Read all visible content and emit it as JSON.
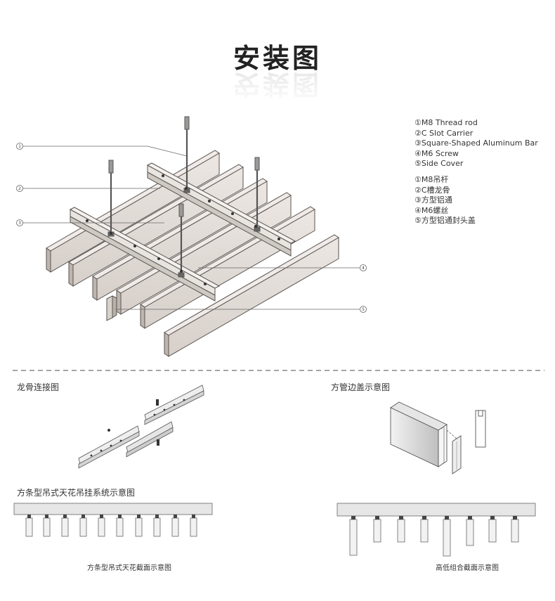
{
  "title": "安装图",
  "legend_en": [
    "①M8 Thread rod",
    "②C Slot Carrier",
    "③Square-Shaped Aluminum Bar",
    "④M6 Screw",
    "⑤Side Cover"
  ],
  "legend_cn": [
    "①M8吊杆",
    "②C槽龙骨",
    "③方型铝通",
    "④M6螺丝",
    "⑤方型铝通封头盖"
  ],
  "callouts": [
    "1",
    "2",
    "3",
    "4",
    "5"
  ],
  "sections": {
    "keel_connection": "龙骨连接图",
    "side_cover": "方管边盖示意图",
    "suspension_system": "方条型吊式天花吊挂系统示意图"
  },
  "captions": {
    "flat_section": "方条型吊式天花截面示意图",
    "mixed_section": "高低组合截面示意图"
  },
  "colors": {
    "bar_face": "#e2dcd8",
    "bar_edge": "#5a5550",
    "line": "#555555"
  }
}
